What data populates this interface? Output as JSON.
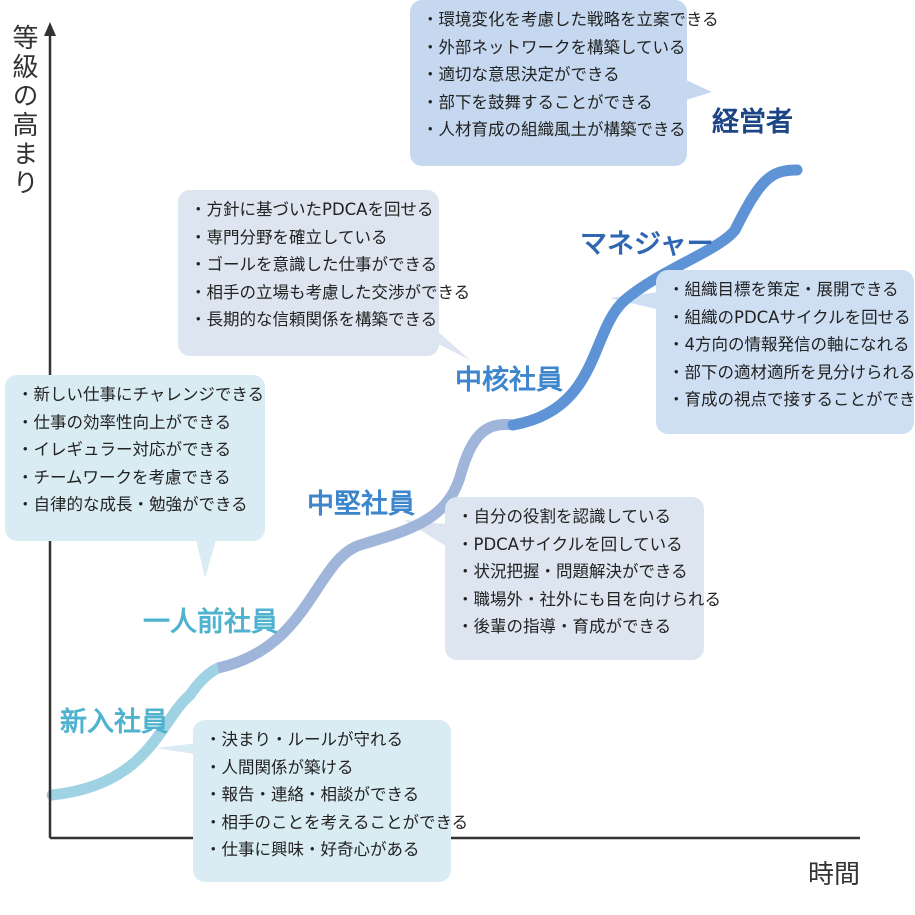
{
  "axes": {
    "y_label": "等級の高まり",
    "x_label": "時間"
  },
  "stages": [
    {
      "name": "新入社員",
      "color": "#4fb3cf"
    },
    {
      "name": "一人前社員",
      "color": "#4fb3cf"
    },
    {
      "name": "中堅社員",
      "color": "#3e86cc"
    },
    {
      "name": "中核社員",
      "color": "#3e86cc"
    },
    {
      "name": "マネジャー",
      "color": "#2f66b3"
    },
    {
      "name": "経営者",
      "color": "#1b4585"
    }
  ],
  "callouts": [
    {
      "stage": "新入社員",
      "color": "#daecf3",
      "items": [
        "決まり・ルールが守れる",
        "人間関係が築ける",
        "報告・連絡・相談ができる",
        "相手のことを考えることができる",
        "仕事に興味・好奇心がある"
      ]
    },
    {
      "stage": "一人前社員",
      "color": "#daecf3",
      "items": [
        "新しい仕事にチャレンジできる",
        "仕事の効率性向上ができる",
        "イレギュラー対応ができる",
        "チームワークを考慮できる",
        "自律的な成長・勉強ができる"
      ]
    },
    {
      "stage": "中堅社員",
      "color": "#dce5f0",
      "items": [
        "自分の役割を認識している",
        "PDCAサイクルを回している",
        "状況把握・問題解決ができる",
        "職場外・社外にも目を向けられる",
        "後輩の指導・育成ができる"
      ]
    },
    {
      "stage": "中核社員",
      "color": "#dce5f0",
      "items": [
        "方針に基づいたPDCAを回せる",
        "専門分野を確立している",
        "ゴールを意識した仕事ができる",
        "相手の立場も考慮した交渉ができる",
        "長期的な信頼関係を構築できる"
      ]
    },
    {
      "stage": "マネジャー",
      "color": "#cfdff3",
      "items": [
        "組織目標を策定・展開できる",
        "組織のPDCAサイクルを回せる",
        "4方向の情報発信の軸になれる",
        "部下の適材適所を見分けられる",
        "育成の視点で接することができる"
      ]
    },
    {
      "stage": "経営者",
      "color": "#c5d8ef",
      "items": [
        "環境変化を考慮した戦略を立案できる",
        "外部ネットワークを構築している",
        "適切な意思決定ができる",
        "部下を鼓舞することができる",
        "人材育成の組織風土が構築できる"
      ]
    }
  ],
  "curve_colors": [
    "#9fd3e3",
    "#9fb5da",
    "#5e93d6"
  ],
  "axis_color": "#333333"
}
